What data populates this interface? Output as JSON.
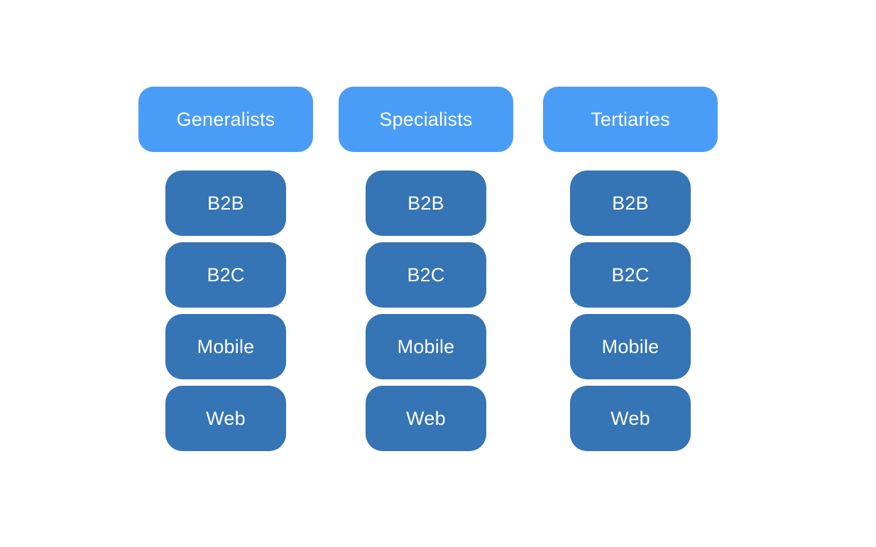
{
  "colors": {
    "background": "#ffffff",
    "header_fill": "#4a9df6",
    "box_fill": "#3574b5",
    "text": "#ffffff"
  },
  "diagram": {
    "type": "grouped-category-diagram",
    "columns": [
      {
        "header": "Generalists",
        "items": [
          "B2B",
          "B2C",
          "Mobile",
          "Web"
        ]
      },
      {
        "header": "Specialists",
        "items": [
          "B2B",
          "B2C",
          "Mobile",
          "Web"
        ]
      },
      {
        "header": "Tertiaries",
        "items": [
          "B2B",
          "B2C",
          "Mobile",
          "Web"
        ]
      }
    ]
  }
}
